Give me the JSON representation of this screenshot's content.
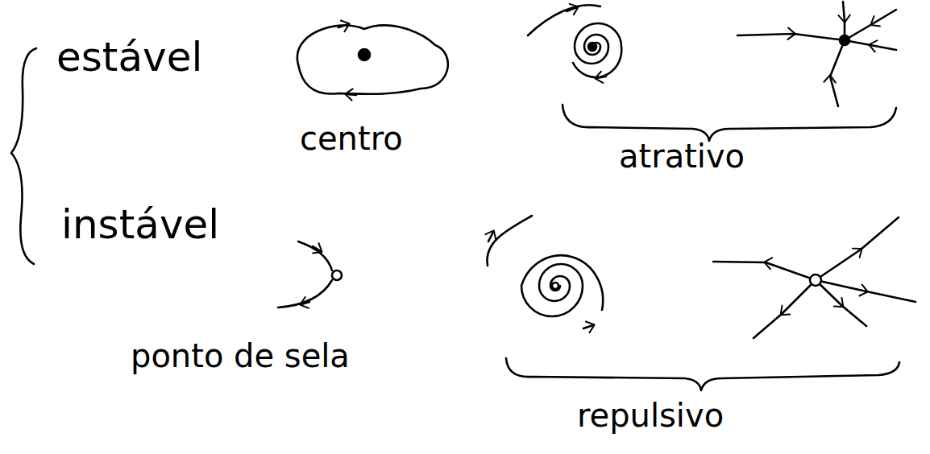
{
  "diagram": {
    "labels": [
      "estável",
      "centro",
      "atrativo",
      "instável",
      "ponto de sela",
      "repulsivo"
    ]
  }
}
